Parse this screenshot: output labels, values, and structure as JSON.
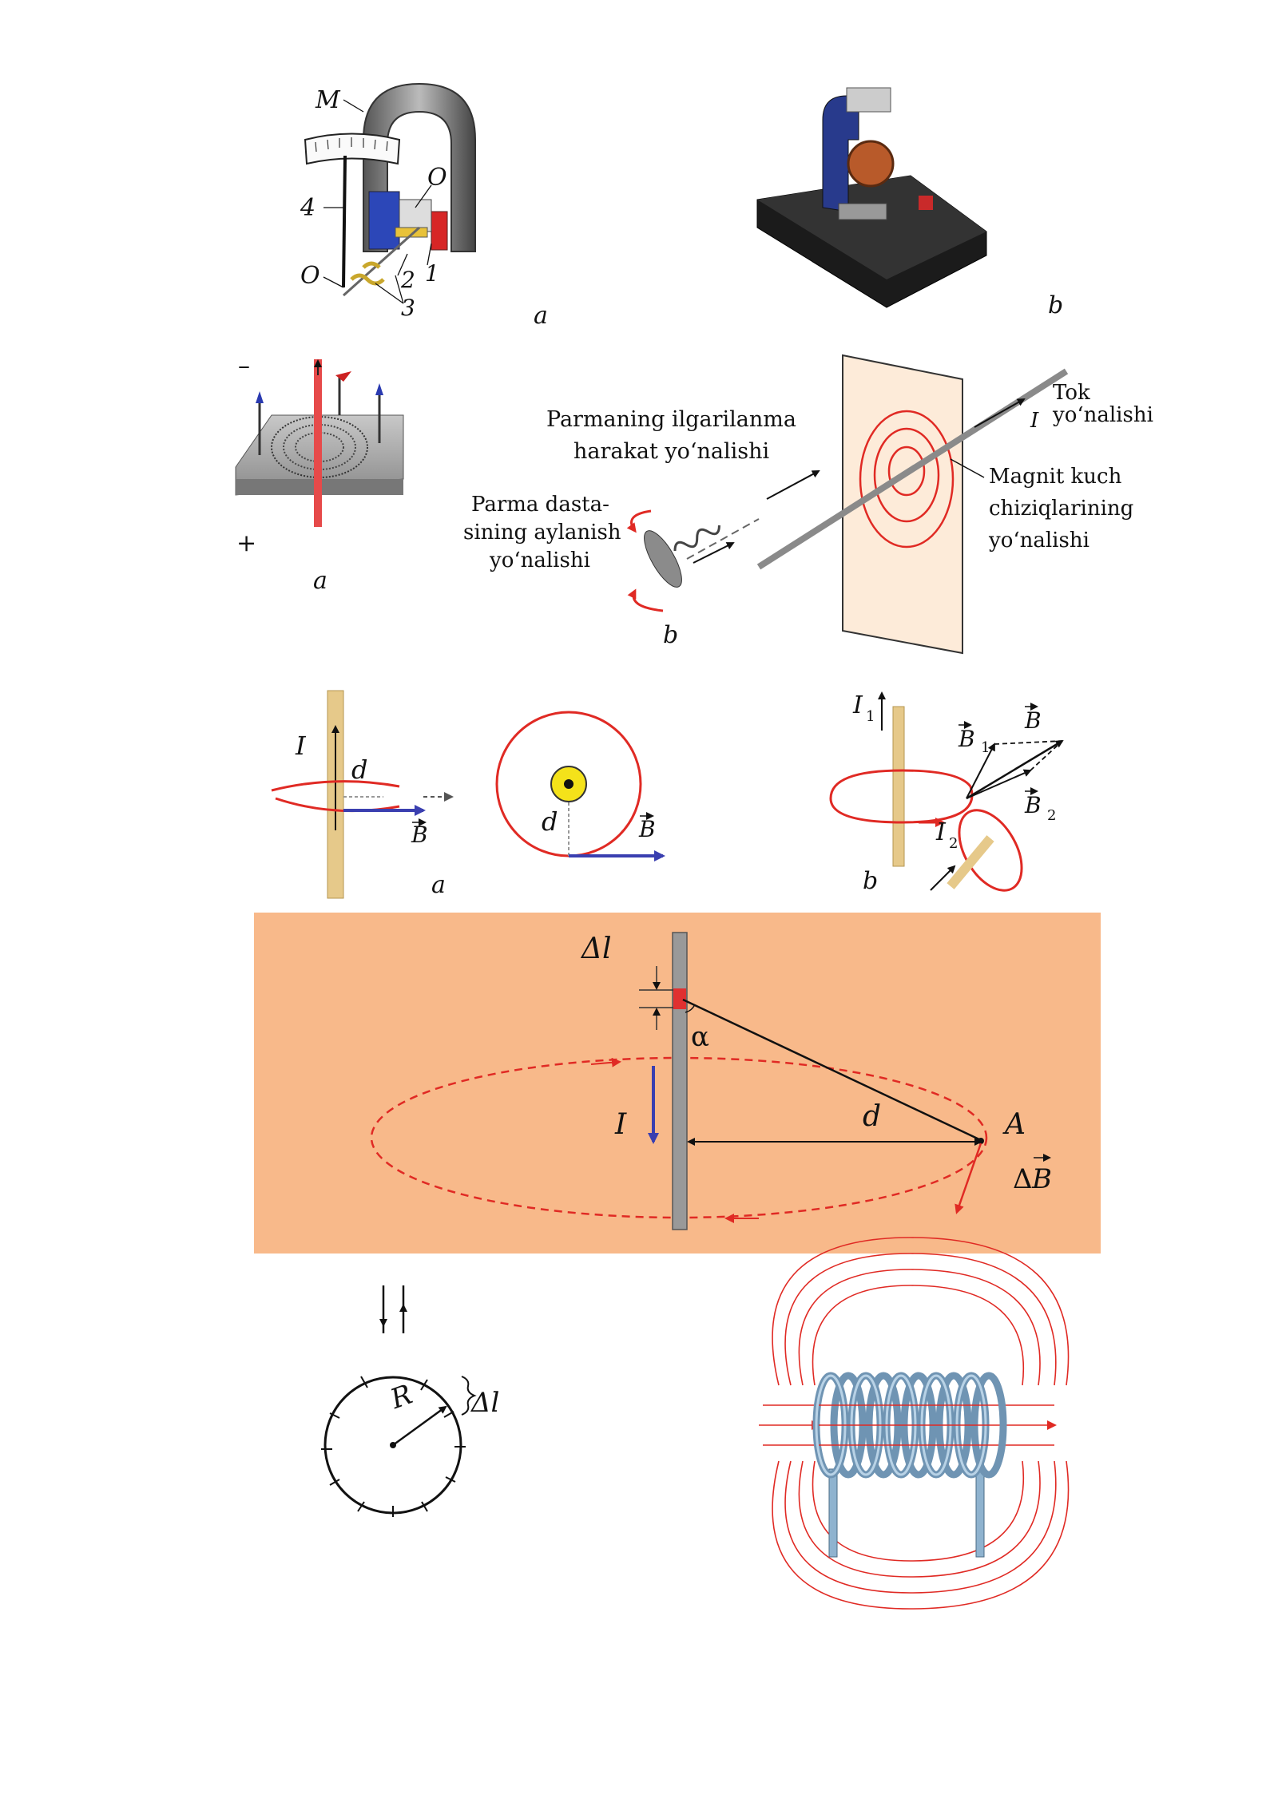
{
  "colors": {
    "field_red": "#e02a24",
    "vector_blue": "#3a3fb0",
    "panel_orange": "#f8b98a",
    "wire_beige": "#e6c98a",
    "coil_blue": "#8fb3cf"
  },
  "fig1": {
    "labels": {
      "M": "M",
      "O_top": "O",
      "n4": "4",
      "O_bottom": "O",
      "n2": "2",
      "n1": "1",
      "n3": "3"
    },
    "caption_a": "a",
    "caption_b": "b"
  },
  "fig2": {
    "minus": "–",
    "plus": "+",
    "caption_a": "a",
    "caption_b": "b",
    "text_translation": [
      "Parmaning ilgarilanma",
      "harakat yo‘nalishi"
    ],
    "text_rotation": [
      "Parma dasta-",
      "sining aylanish",
      "yo‘nalishi"
    ],
    "text_current": [
      "Tok",
      "yo‘nalishi"
    ],
    "current_I": "I",
    "text_field": [
      "Magnit kuch",
      "chiziqlarining",
      "yo‘nalishi"
    ]
  },
  "fig3": {
    "I": "I",
    "d1": "d",
    "B1": "B",
    "d2": "d",
    "B2": "B",
    "caption_a": "a",
    "I1": "I",
    "I1_sub": "1",
    "I2": "I",
    "I2_sub": "2",
    "Bres": "B",
    "Bv1": "B",
    "Bv1_sub": "1",
    "Bv2": "B",
    "Bv2_sub": "2",
    "caption_b": "b"
  },
  "fig4": {
    "dl": "Δl",
    "alpha": "α",
    "I": "I",
    "d": "d",
    "A": "A",
    "dB_delta": "Δ",
    "dB_B": "B"
  },
  "fig5": {
    "R": "R",
    "dl": "Δl"
  }
}
